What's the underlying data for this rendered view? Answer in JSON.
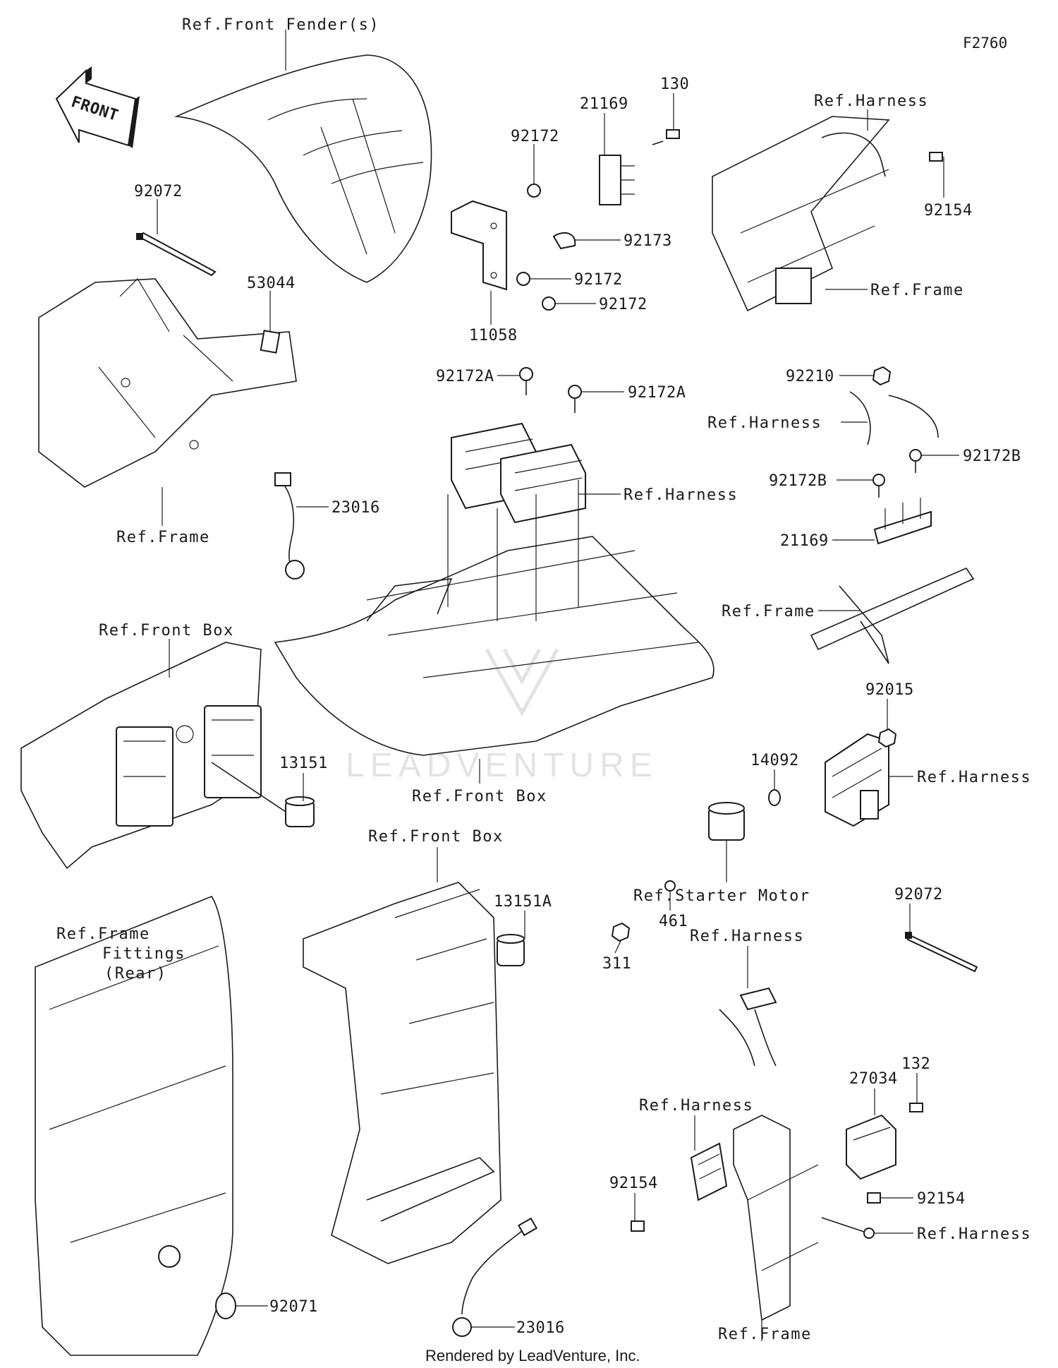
{
  "figure_code": "F2760",
  "front_arrow": "FRONT",
  "watermark": "LEADVENTURE",
  "credit": "Rendered by LeadVenture, Inc.",
  "labels": {
    "ref_front_fenders": "Ref.Front Fender(s)",
    "p92072_a": "92072",
    "p53044": "53044",
    "p23016_a": "23016",
    "ref_frame_a": "Ref.Frame",
    "p92172_a": "92172",
    "p21169_a": "21169",
    "p130": "130",
    "p92173": "92173",
    "p92172_b": "92172",
    "p92172_c": "92172",
    "p11058": "11058",
    "ref_harness_a": "Ref.Harness",
    "p92154_a": "92154",
    "ref_frame_b": "Ref.Frame",
    "p92172A_a": "92172A",
    "p92172A_b": "92172A",
    "ref_harness_b": "Ref.Harness",
    "p92210": "92210",
    "ref_harness_c": "Ref.Harness",
    "p92172B_a": "92172B",
    "p92172B_b": "92172B",
    "p21169_b": "21169",
    "ref_frame_c": "Ref.Frame",
    "ref_front_box_a": "Ref.Front Box",
    "p13151": "13151",
    "ref_front_box_b": "Ref.Front Box",
    "p92015": "92015",
    "p14092": "14092",
    "ref_harness_d": "Ref.Harness",
    "ref_starter_motor": "Ref.Starter Motor",
    "ref_front_box_c": "Ref.Front Box",
    "p13151A": "13151A",
    "p92072_b": "92072",
    "ref_frame_fittings_1": "Ref.Frame",
    "ref_frame_fittings_2": "Fittings",
    "ref_frame_fittings_3": "(Rear)",
    "p311": "311",
    "p461": "461",
    "ref_harness_e": "Ref.Harness",
    "p27034": "27034",
    "p132": "132",
    "ref_harness_f": "Ref.Harness",
    "p92154_b": "92154",
    "p92154_c": "92154",
    "ref_harness_g": "Ref.Harness",
    "p92071": "92071",
    "p23016_b": "23016",
    "ref_frame_d": "Ref.Frame"
  }
}
